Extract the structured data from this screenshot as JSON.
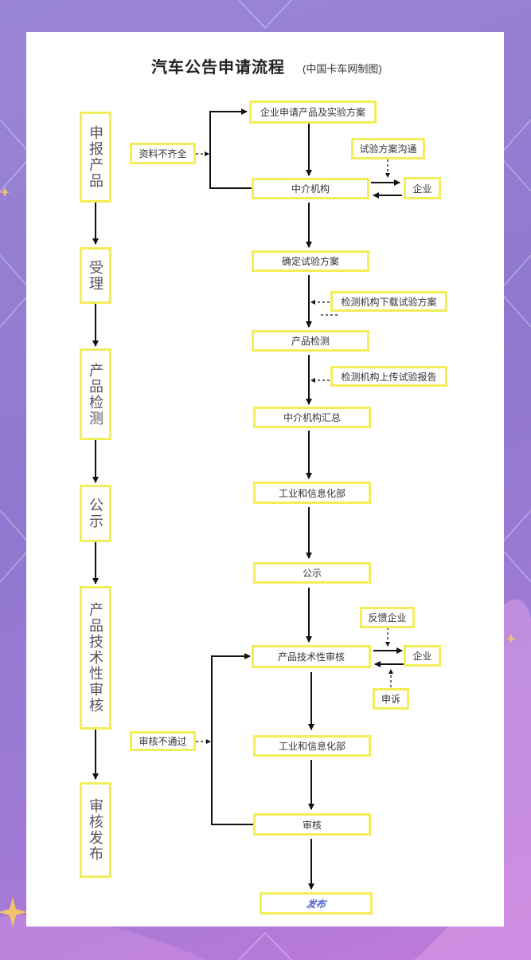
{
  "title": "汽车公告申请流程",
  "subtitle": "(中国卡车网制图)",
  "left_stages": [
    "申报产品",
    "受理",
    "产品检测",
    "公示",
    "产品技术性审核",
    "审核发布"
  ],
  "nodes": {
    "n1": "企业申请产品及实验方案",
    "n2": "中介机构",
    "n3": "确定试验方案",
    "n4": "产品检测",
    "n5": "中介机构汇总",
    "n6": "工业和信息化部",
    "n7": "公示",
    "n8": "产品技术性审核",
    "n9": "工业和信息化部",
    "n10": "审核",
    "n11": "发布"
  },
  "side_notes": {
    "incomplete": "资料不齐全",
    "plan_comm": "试验方案沟通",
    "company_1": "企业",
    "download": "检测机构下载试验方案",
    "upload": "检测机构上传试验报告",
    "feedback": "反馈企业",
    "company_2": "企业",
    "appeal": "申诉",
    "not_passed": "审核不通过"
  },
  "colors": {
    "box_border": "#f2ee5a",
    "line": "#111111",
    "final_text": "#4a61c9"
  }
}
